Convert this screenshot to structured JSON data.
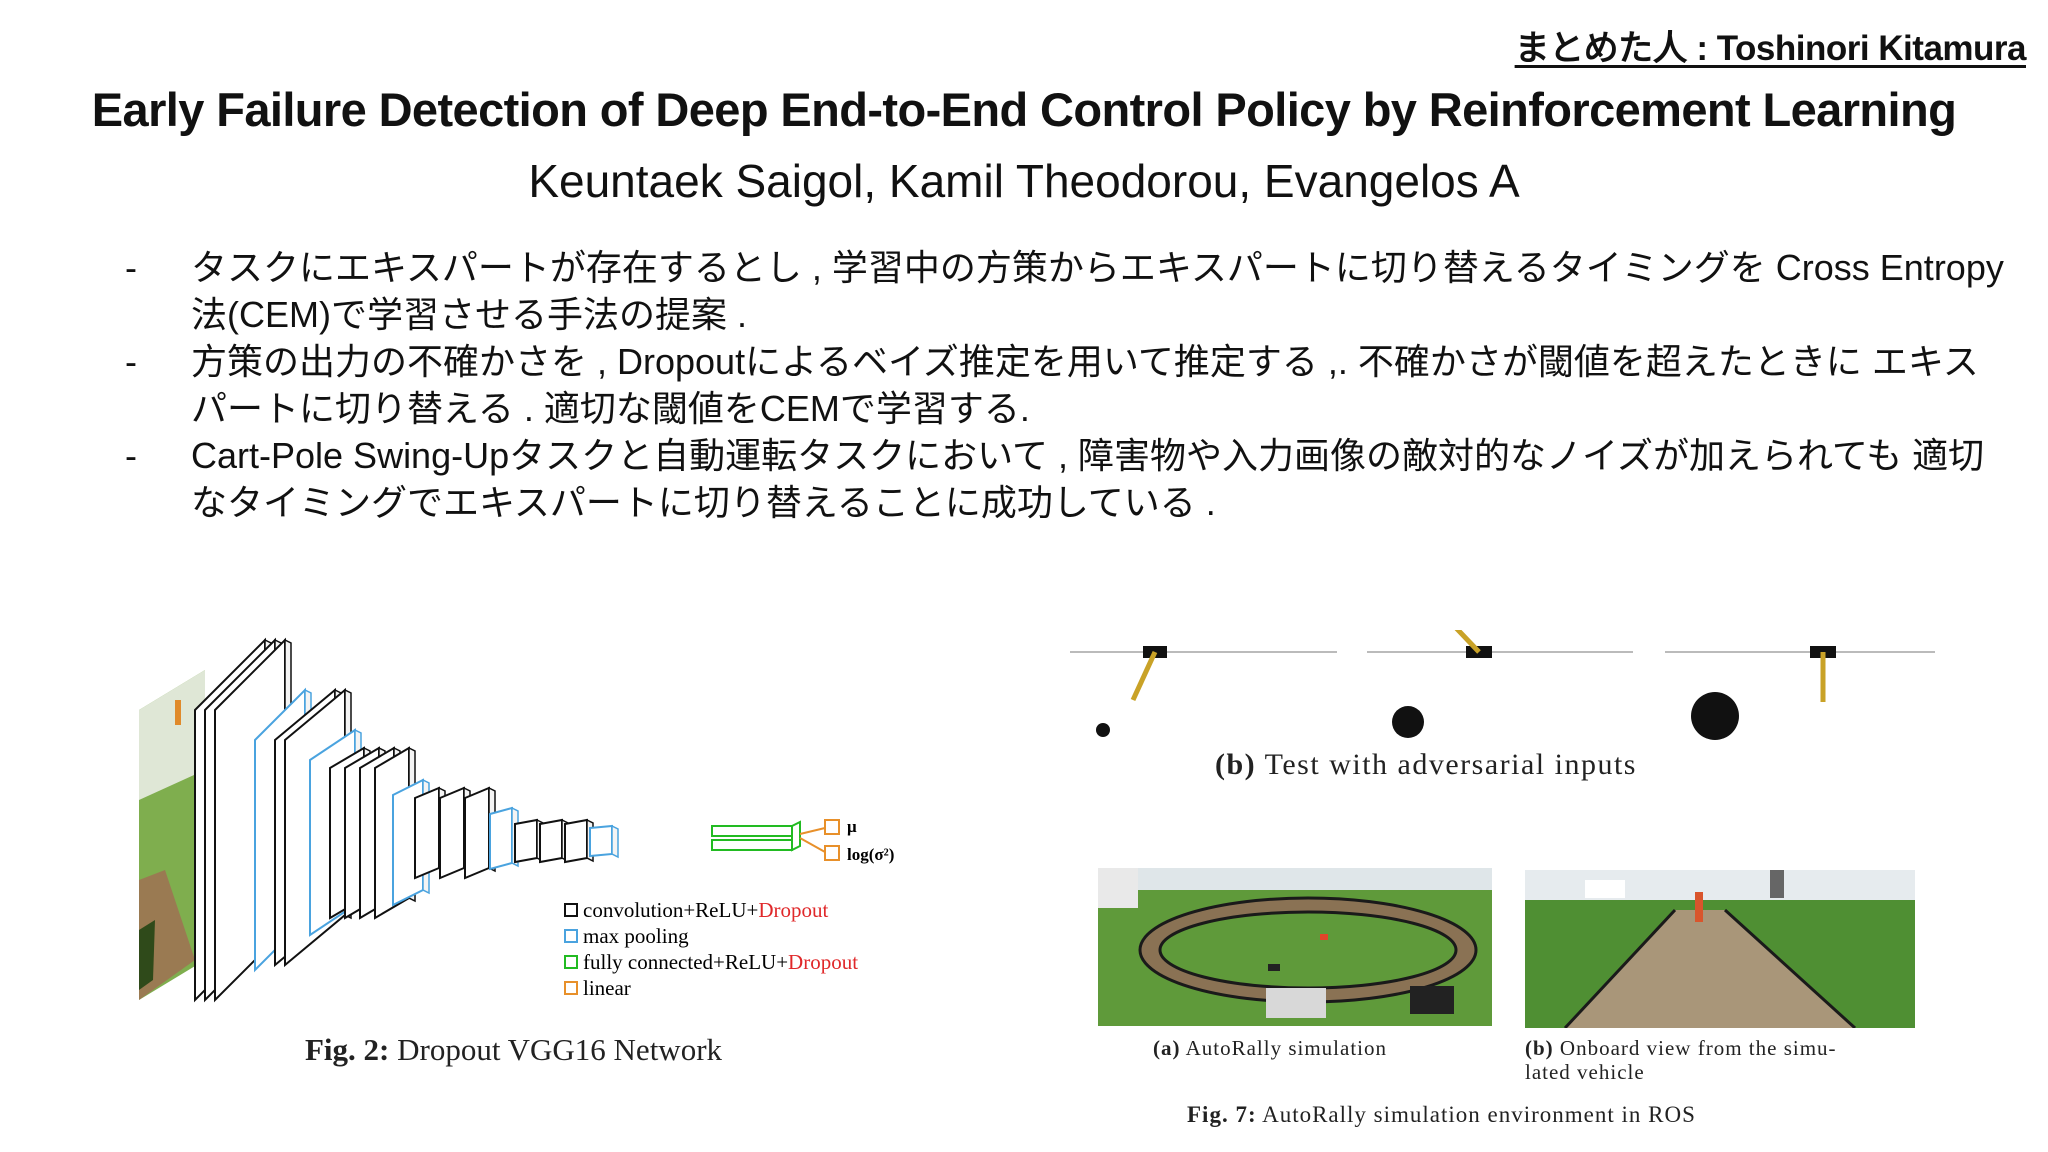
{
  "author_line": "まとめた人 : Toshinori Kitamura",
  "title": "Early Failure Detection of Deep End-to-End Control Policy by Reinforcement Learning",
  "authors": "Keuntaek Saigol, Kamil Theodorou, Evangelos A",
  "bullet_marker": "-",
  "bullets": [
    "タスクにエキスパートが存在するとし , 学習中の方策からエキスパートに切り替えるタイミングを Cross Entropy法(CEM)で学習させる手法の提案 .",
    "方策の出力の不確かさを , Dropoutによるベイズ推定を用いて推定する ,. 不確かさが閾値を超えたときに エキスパートに切り替える . 適切な閾値をCEMで学習する.",
    "Cart-Pole Swing-Upタスクと自動運転タスクにおいて , 障害物や入力画像の敵対的なノイズが加えられても 適切なタイミングでエキスパートに切り替えることに成功している ."
  ],
  "fig2": {
    "outputs": {
      "mu": "μ",
      "logvar": "log(σ²)"
    },
    "legend": [
      {
        "text": "convolution+ReLU+",
        "extra": "Dropout",
        "color": "#111111"
      },
      {
        "text": "max pooling",
        "extra": "",
        "color": "#4aa3df"
      },
      {
        "text": "fully connected+ReLU+",
        "extra": "Dropout",
        "color": "#22bb22"
      },
      {
        "text": "linear",
        "extra": "",
        "color": "#e8902a"
      }
    ],
    "caption_label": "Fig. 2:",
    "caption_text": "Dropout VGG16 Network",
    "colors": {
      "dropout": "#e0282a",
      "pooling": "#4aa3df",
      "fc": "#22bb22",
      "linear": "#e8902a"
    }
  },
  "fig_adv": {
    "label": "(b)",
    "caption": "Test with adversarial inputs"
  },
  "fig7": {
    "sub_a_label": "(a)",
    "sub_a": "AutoRally simulation",
    "sub_b_label": "(b)",
    "sub_b_line1": "Onboard view from the simu-",
    "sub_b_line2": "lated vehicle",
    "caption_label": "Fig. 7:",
    "caption_text": "AutoRally simulation environment in ROS"
  }
}
